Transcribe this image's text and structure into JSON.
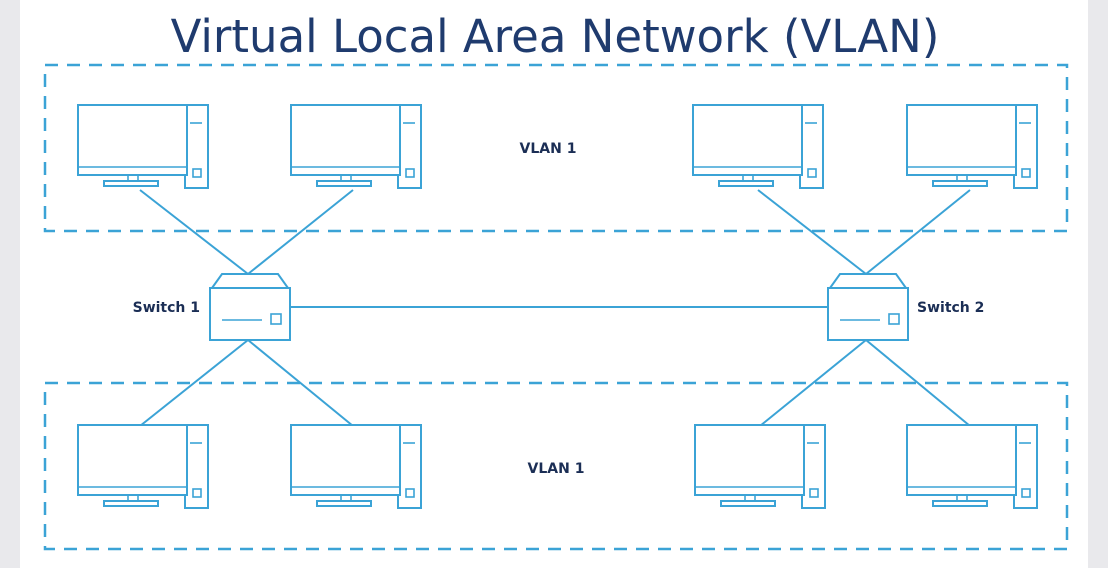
{
  "title": "Virtual Local Area Network (VLAN)",
  "vlans": [
    {
      "label": "VLAN 1"
    },
    {
      "label": "VLAN 1"
    }
  ],
  "switches": [
    {
      "label": "Switch 1"
    },
    {
      "label": "Switch 2"
    }
  ],
  "colors": {
    "line": "#3ba3d6",
    "title": "#1f3b6e",
    "label": "#1b2e55"
  }
}
